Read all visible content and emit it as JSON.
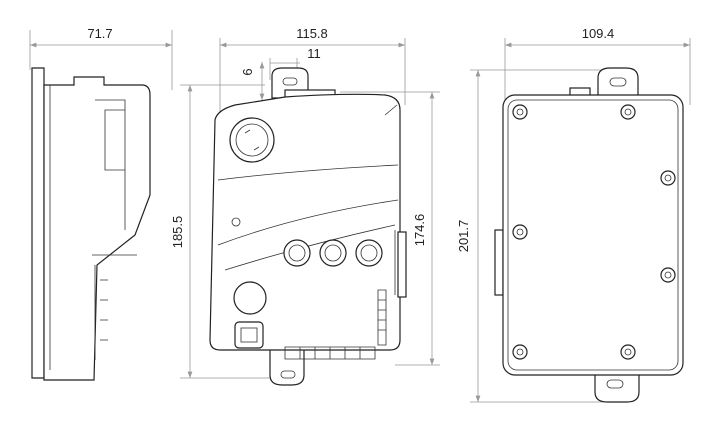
{
  "dimensions": {
    "side_width": "71.7",
    "front_width": "115.8",
    "tab_height": "6",
    "tab_width": "11",
    "front_total_height": "185.5",
    "front_body_height": "174.6",
    "back_width": "109.4",
    "back_total_height": "201.7"
  }
}
